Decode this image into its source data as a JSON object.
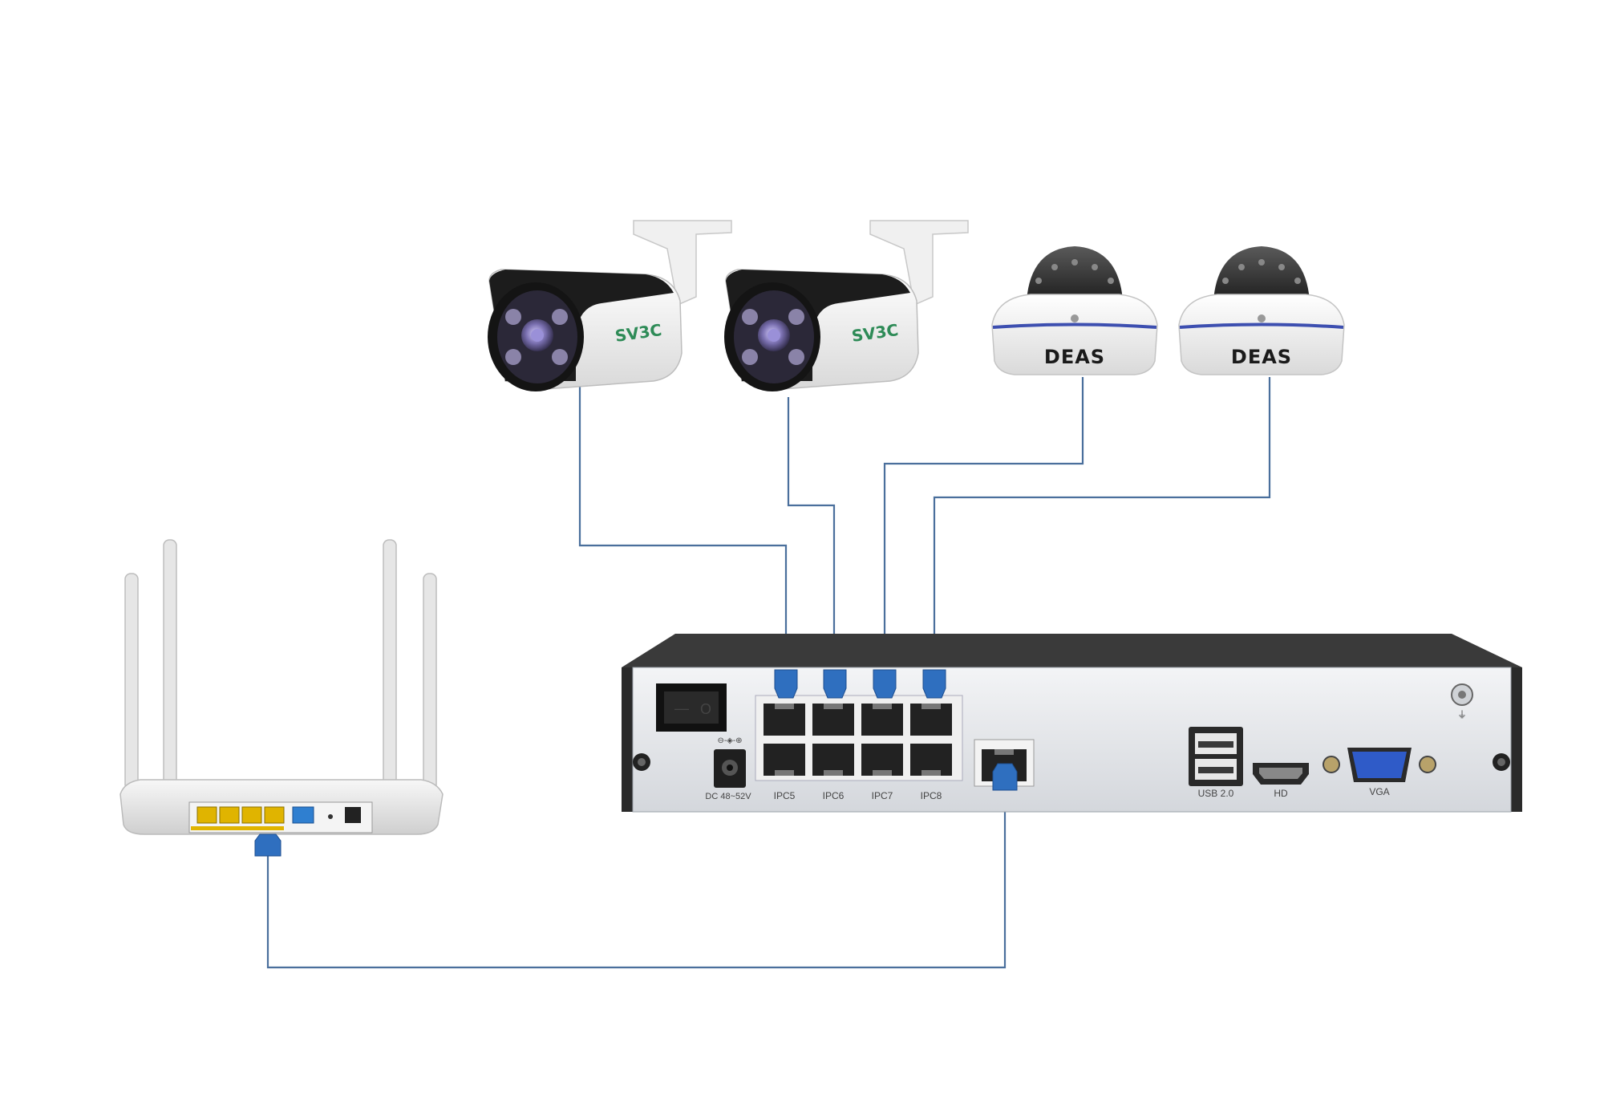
{
  "colors": {
    "background": "#ffffff",
    "cable": "#4a6f9c",
    "connector": "#2f6fbf",
    "nvr_top": "#3a3a3a",
    "nvr_panel": "#e9ebee",
    "camera_body": "#f4f4f4",
    "camera_front": "#1b1b1b",
    "svbc_brand": "#2e8b57",
    "router_port_yellow": "#e0b400",
    "router_port_blue": "#2f7fd0"
  },
  "cameras": [
    {
      "type": "bullet",
      "brand": "SV3C",
      "icon": "bullet-camera-icon"
    },
    {
      "type": "bullet",
      "brand": "SV3C",
      "icon": "bullet-camera-icon"
    },
    {
      "type": "dome",
      "brand": "DEAS",
      "icon": "dome-camera-icon"
    },
    {
      "type": "dome",
      "brand": "DEAS",
      "icon": "dome-camera-icon"
    }
  ],
  "nvr": {
    "power_label": "DC 48~52V",
    "poe_labels": [
      "IPC5",
      "IPC6",
      "IPC7",
      "IPC8"
    ],
    "usb_label": "USB 2.0",
    "hdmi_label": "HD",
    "vga_label": "VGA",
    "switch_off": "—",
    "switch_on": "O"
  },
  "router": {
    "icon": "router-icon"
  }
}
